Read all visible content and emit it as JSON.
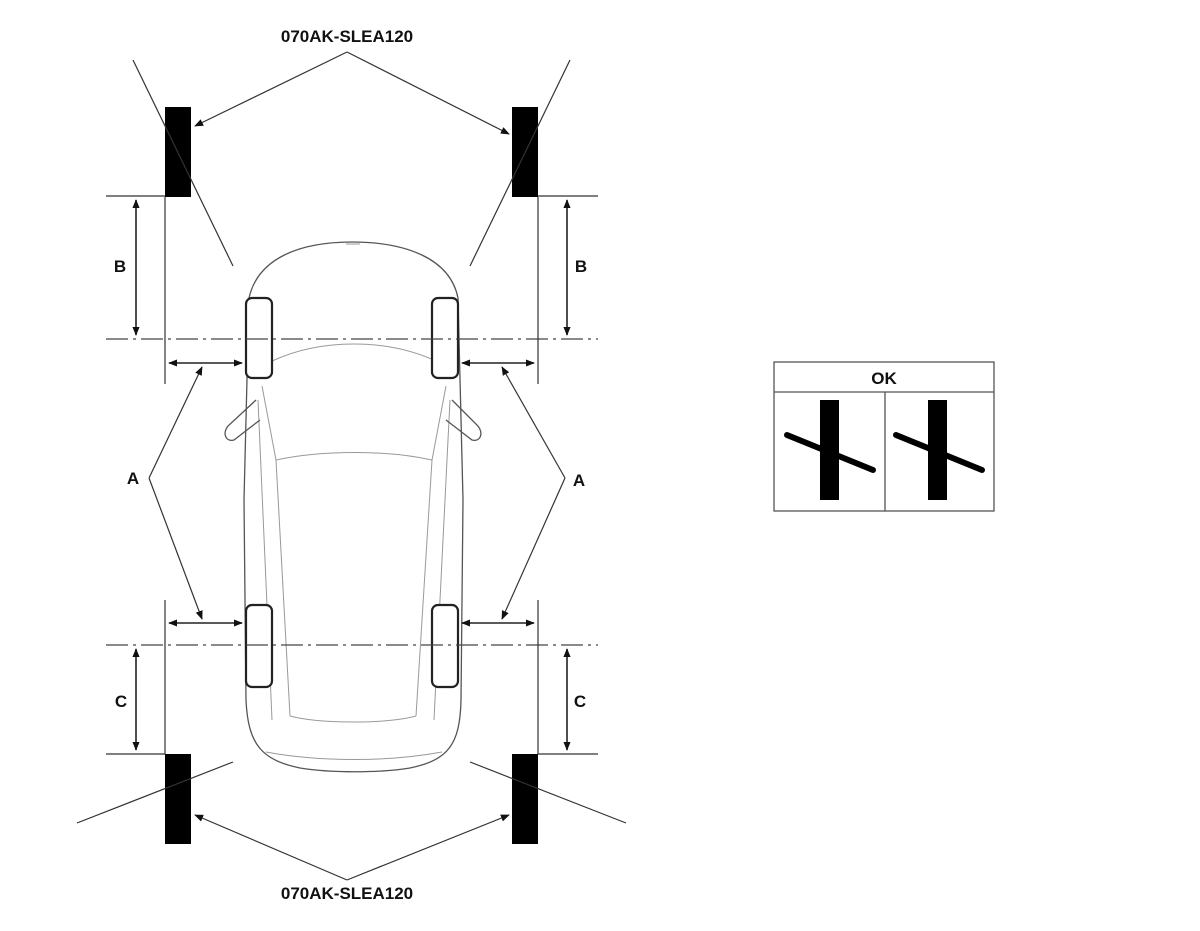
{
  "labels": {
    "tool_top": "070AK-SLEA120",
    "tool_bottom": "070AK-SLEA120",
    "dim_b_left": "B",
    "dim_b_right": "B",
    "dim_a_left": "A",
    "dim_a_right": "A",
    "dim_c_left": "C",
    "dim_c_right": "C"
  },
  "legend": {
    "title": "OK"
  }
}
